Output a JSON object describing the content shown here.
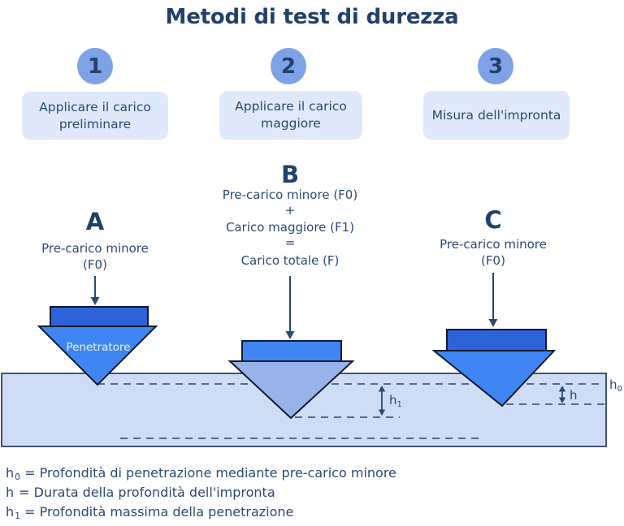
{
  "colors": {
    "title_text": "#21416b",
    "body_text": "#2b4a73",
    "circle_fill": "#7da3e6",
    "step_box_fill": "#dfe9fa",
    "royal_blue": "#2e62d9",
    "medium_blue": "#3f86f3",
    "light_blue": "#98b3ea",
    "material_fill": "#cedcf5",
    "outline_dark": "#111b2e",
    "material_stroke": "#47536e",
    "dash_stroke": "#44597d",
    "arrow_stroke": "#2c4a6e",
    "penetrator_label": "#eef4ff"
  },
  "title": "Metodi di test di durezza",
  "steps": [
    {
      "number": "1",
      "label": "Applicare il carico preliminare"
    },
    {
      "number": "2",
      "label": "Applicare il carico maggiore"
    },
    {
      "number": "3",
      "label": "Misura dell'impronta"
    }
  ],
  "stages": {
    "a": {
      "letter": "A",
      "lines": [
        "Pre-carico minore",
        "(F0)"
      ]
    },
    "b": {
      "letter": "B",
      "lines": [
        "Pre-carico minore (F0)",
        "+",
        "Carico maggiore (F1)",
        "=",
        "Carico totale (F)"
      ]
    },
    "c": {
      "letter": "C",
      "lines": [
        "Pre-carico minore",
        "(F0)"
      ]
    }
  },
  "diagram": {
    "penetrator_label": "Penetratore",
    "h0_symbol": "h",
    "h0_sub": "0",
    "h1_symbol": "h",
    "h1_sub": "1",
    "h_symbol": "h"
  },
  "legend": [
    {
      "symbol": "h",
      "sub": "0",
      "text": "= Profondità di penetrazione mediante pre-carico minore"
    },
    {
      "symbol": "h",
      "sub": "",
      "text": "= Durata della profondità dell'impronta"
    },
    {
      "symbol": "h",
      "sub": "1",
      "text": "= Profondità massima della penetrazione"
    }
  ]
}
